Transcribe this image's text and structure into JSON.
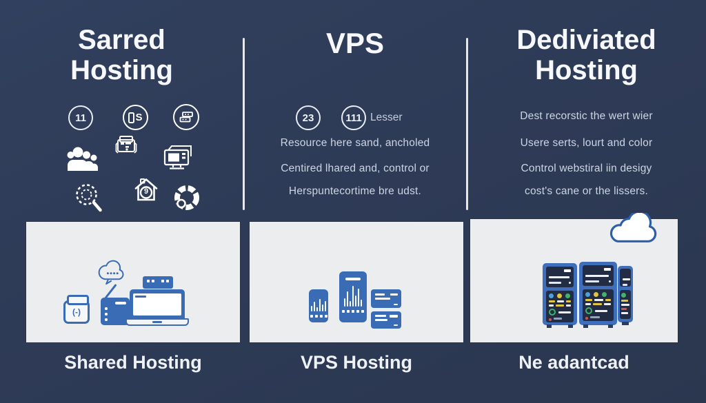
{
  "colors": {
    "background": "#2e3b57",
    "panel": "#ecedee",
    "illustration_blue": "#3a6cb5",
    "heading_text": "#f6f8fb",
    "body_text": "#ccd5e3"
  },
  "columns": {
    "shared": {
      "title_line1": "Sarred",
      "title_line2": "Hosting",
      "icon_badge_count": "11",
      "icon_badge_letter": "S",
      "icon_house_badge": "9",
      "icons": [
        "count-circle-icon",
        "phone-s-circle-icon",
        "server-stack-circle-icon",
        "users-group-icon",
        "printer-icon",
        "desktop-monitor-icon",
        "search-gear-icon",
        "house-security-icon",
        "segment-wheel-icon"
      ]
    },
    "vps": {
      "title": "VPS",
      "badge1": "23",
      "badge2": "111",
      "badge_label": "Lesser",
      "line1": "Resource here sand, ancholed",
      "line2": "Centired lhared and, control or",
      "line3": "Herspuntecortime bre udst."
    },
    "dedicated": {
      "title_line1": "Dediviated",
      "title_line2": "Hosting",
      "line1": "Dest recorstic the wert wier",
      "line2": "Usere serts, lourt and color",
      "line3": "Control webstiral iin desigy",
      "line4": "cost's cane or the lissers."
    }
  },
  "panels": {
    "shared": {
      "caption": "Shared Hosting",
      "jar_label": "(-)",
      "illustration": "jar-radio-laptop-router-speech-cloud"
    },
    "vps": {
      "caption": "VPS Hosting",
      "illustration": "two-phones-two-cards"
    },
    "dedicated": {
      "caption": "Ne adantcad",
      "illustration": "three-server-towers-with-cloud"
    }
  }
}
